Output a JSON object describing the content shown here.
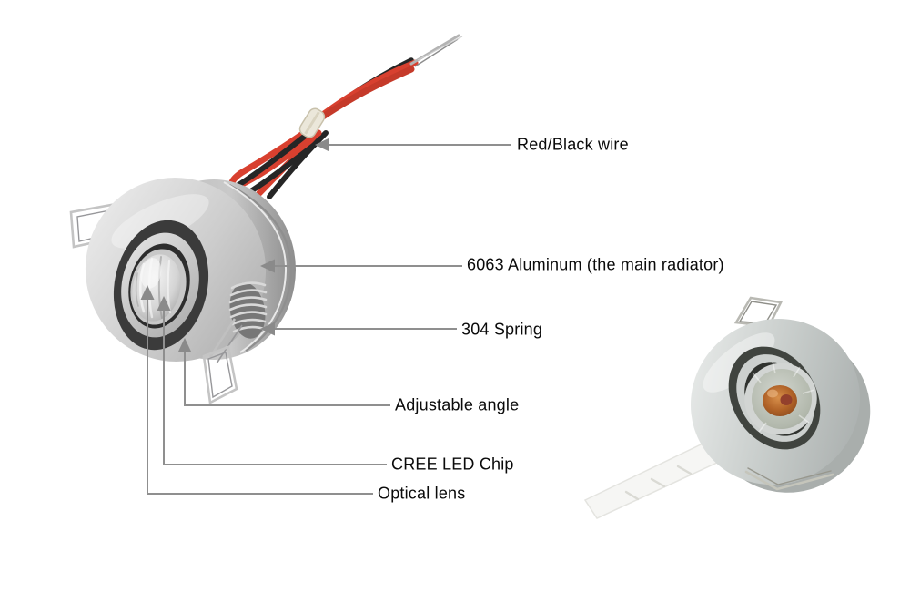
{
  "diagram": {
    "type": "product-parts-annotation",
    "subject": "LED recessed ceiling downlight",
    "background": "#ffffff"
  },
  "labels": {
    "red_black_wire": "Red/Black wire",
    "aluminum_body": "6063 Aluminum (the main radiator)",
    "spring": "304 Spring",
    "adjustable_angle": "Adjustable angle",
    "cree_led_chip": "CREE LED Chip",
    "optical_lens": "Optical lens"
  },
  "colors": {
    "leader_line": "#8f8f8f",
    "arrowhead": "#8a8a8a",
    "label_text": "#0a0a0a",
    "wire_red": "#d8402f",
    "wire_black": "#262626",
    "wire_tie_band": "#ebe7da",
    "aluminum_silver": "#c9c9c9",
    "groove_dark": "#3b3b3b",
    "led_chip_amber": "#b06227",
    "cable_strip_white": "#f6f6f4"
  }
}
